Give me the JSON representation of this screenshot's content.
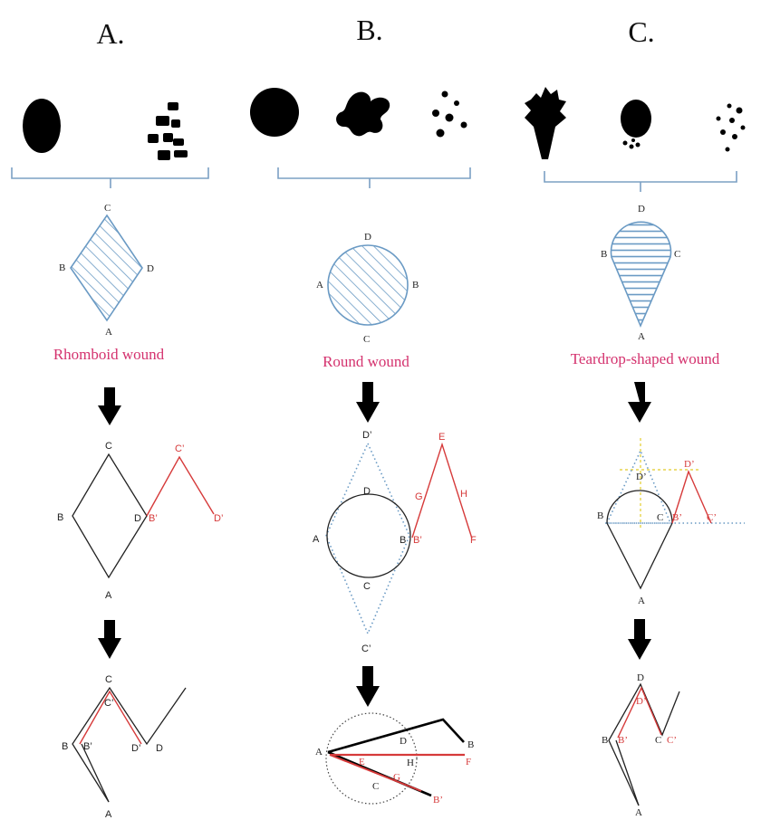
{
  "panels": [
    {
      "header": "A.",
      "caption": "Rhomboid wound"
    },
    {
      "header": "B.",
      "caption": "Round wound"
    },
    {
      "header": "C.",
      "caption": "Teardrop-shaped wound"
    }
  ],
  "labels": {
    "A": "A",
    "B": "B",
    "C": "C",
    "D": "D",
    "E": "E",
    "F": "F",
    "G": "G",
    "H": "H",
    "Bp": "B’",
    "Cp": "C’",
    "Dp": "D’"
  },
  "colors": {
    "caption": "#d4326e",
    "red_line": "#d63a3a",
    "bracket": "#7ba0c4",
    "hatch": "#6a9ac4",
    "guide_yellow": "#e7d44a"
  }
}
